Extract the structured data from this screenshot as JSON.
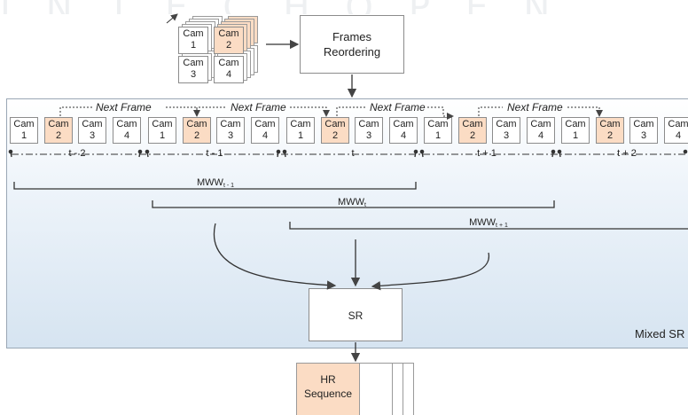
{
  "watermark": "INTECHOPEN",
  "top_stack": {
    "cams": [
      {
        "label": "Cam",
        "num": "1",
        "sel": false
      },
      {
        "label": "Cam",
        "num": "2",
        "sel": true
      },
      {
        "label": "Cam",
        "num": "3",
        "sel": false
      },
      {
        "label": "Cam",
        "num": "4",
        "sel": false
      }
    ]
  },
  "frames_reordering": {
    "line1": "Frames",
    "line2": "Reordering"
  },
  "next_frame_label": "Next Frame",
  "sequence": [
    {
      "label": "Cam",
      "num": "1",
      "sel": false
    },
    {
      "label": "Cam",
      "num": "2",
      "sel": true
    },
    {
      "label": "Cam",
      "num": "3",
      "sel": false
    },
    {
      "label": "Cam",
      "num": "4",
      "sel": false
    },
    {
      "label": "Cam",
      "num": "1",
      "sel": false
    },
    {
      "label": "Cam",
      "num": "2",
      "sel": true
    },
    {
      "label": "Cam",
      "num": "3",
      "sel": false
    },
    {
      "label": "Cam",
      "num": "4",
      "sel": false
    },
    {
      "label": "Cam",
      "num": "1",
      "sel": false
    },
    {
      "label": "Cam",
      "num": "2",
      "sel": true
    },
    {
      "label": "Cam",
      "num": "3",
      "sel": false
    },
    {
      "label": "Cam",
      "num": "4",
      "sel": false
    },
    {
      "label": "Cam",
      "num": "1",
      "sel": false
    },
    {
      "label": "Cam",
      "num": "2",
      "sel": true
    },
    {
      "label": "Cam",
      "num": "3",
      "sel": false
    },
    {
      "label": "Cam",
      "num": "4",
      "sel": false
    },
    {
      "label": "Cam",
      "num": "1",
      "sel": false
    },
    {
      "label": "Cam",
      "num": "2",
      "sel": true
    },
    {
      "label": "Cam",
      "num": "3",
      "sel": false
    },
    {
      "label": "Cam",
      "num": "4",
      "sel": false
    }
  ],
  "time_labels": [
    "t - 2",
    "t - 1",
    "t",
    "t + 1",
    "t + 2"
  ],
  "windows": [
    {
      "base": "MWW",
      "sub": "t - 1"
    },
    {
      "base": "MWW",
      "sub": "t"
    },
    {
      "base": "MWW",
      "sub": "t + 1"
    }
  ],
  "sr_label": "SR",
  "panel_label": "Mixed SR",
  "hr": {
    "line1": "HR",
    "line2": "Sequence"
  }
}
